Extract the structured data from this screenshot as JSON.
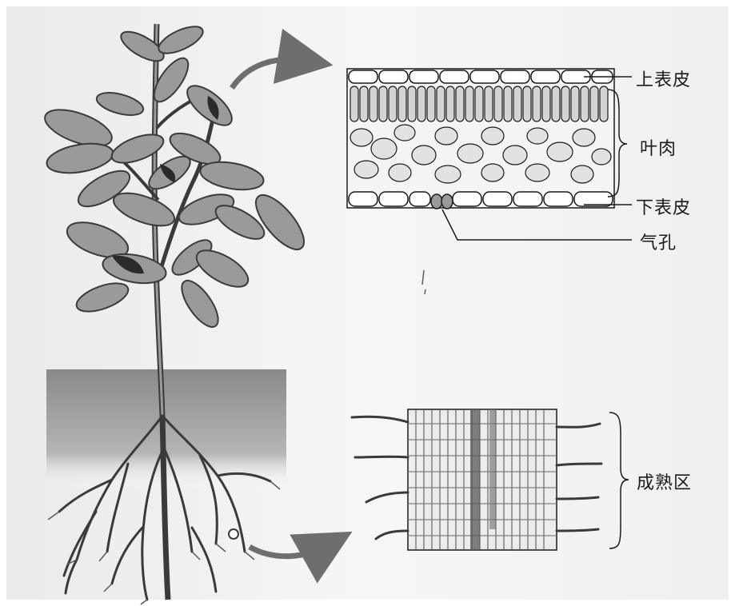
{
  "labels": {
    "upper_epidermis": "上表皮",
    "mesophyll": "叶肉",
    "lower_epidermis": "下表皮",
    "stoma": "气孔",
    "maturation_zone": "成熟区"
  },
  "colors": {
    "background": "#ffffff",
    "wash": "#e6e6e6",
    "leaf_fill": "#9a9a9a",
    "soil": "#8f8f8f",
    "line": "#1a1a1a"
  }
}
